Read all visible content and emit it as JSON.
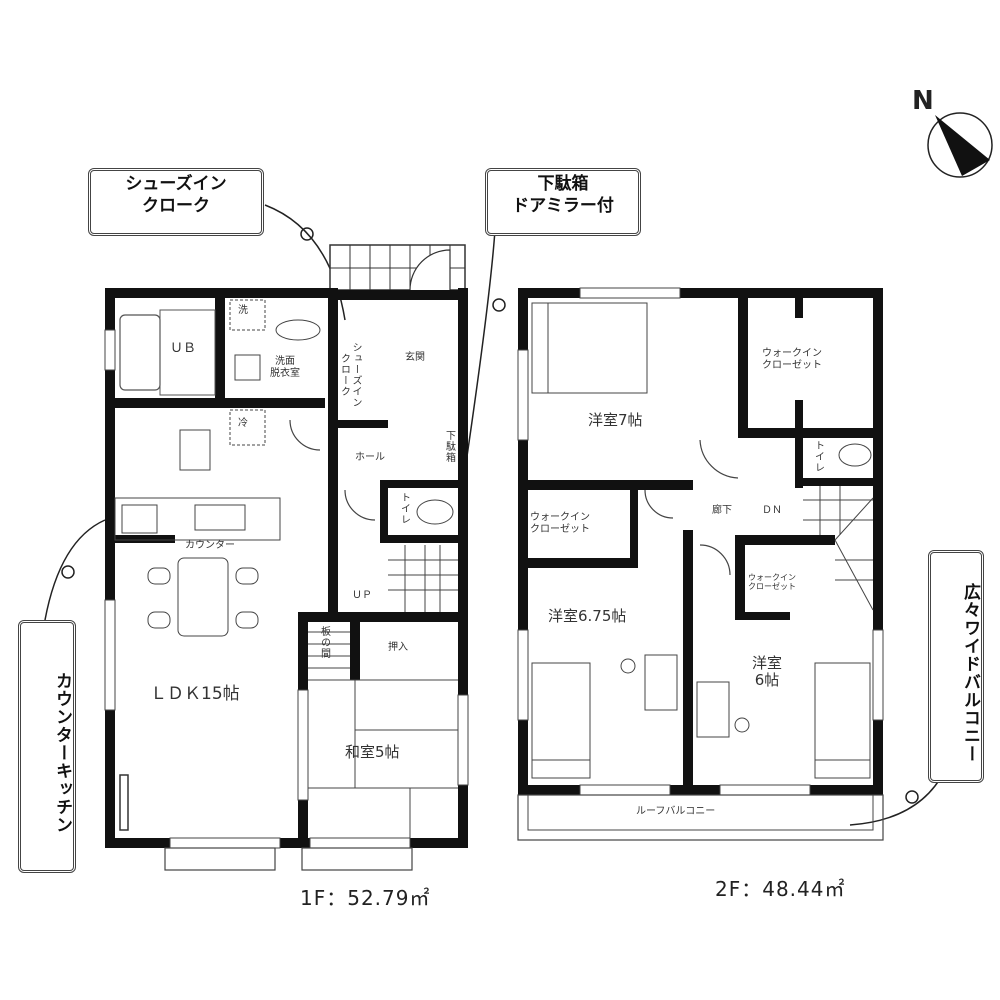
{
  "compass": {
    "label": "N"
  },
  "callouts": {
    "shoe_in_cloak": "シューズイン\nクローク",
    "shoe_box": "下駄箱\nドアミラー付",
    "counter_kitchen": "カウンターキッチン",
    "wide_balcony": "広々ワイドバルコニー"
  },
  "floor1": {
    "area_label": "1F：52.79㎡",
    "rooms": {
      "ub": "ＵＢ",
      "washroom": "洗面\n脱衣室",
      "shoe_cloak": "シューズイン\nクローク",
      "entrance": "玄関",
      "hall": "ホール",
      "shoe_box": "下駄箱",
      "toilet": "トイレ",
      "up": "ＵＰ",
      "counter": "カウンター",
      "ldk": "ＬＤＫ15帖",
      "wooden_floor": "板の間",
      "closet": "押入",
      "washitsu": "和室5帖",
      "wash_mark": "洗",
      "fridge_mark": "冷"
    }
  },
  "floor2": {
    "area_label": "2F：48.44㎡",
    "rooms": {
      "bedroom7": "洋室7帖",
      "wic1": "ウォークイン\nクローゼット",
      "toilet": "トイレ",
      "wic2": "ウォークイン\nクローゼット",
      "hallway": "廊下",
      "dn": "ＤＮ",
      "bedroom675": "洋室6.75帖",
      "wic3": "ウォークイン\nクローゼット",
      "bedroom6": "洋室\n6帖",
      "roof_balcony": "ルーフバルコニー"
    }
  }
}
